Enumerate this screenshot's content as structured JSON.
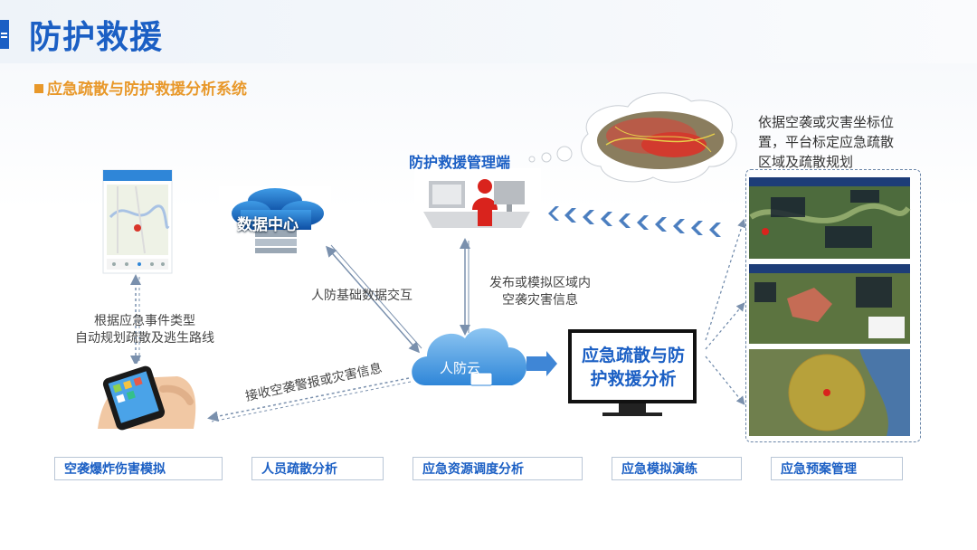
{
  "header": {
    "title": "防护救援"
  },
  "subtitle": "应急疏散与防护救援分析系统",
  "nodes": {
    "data_center": "数据中心",
    "mgmt_title": "防护救援管理端",
    "cloud": "人防云",
    "monitor_text": "应急疏散与防护救援分析"
  },
  "labels": {
    "left_route_1": "根据应急事件类型",
    "left_route_2": "自动规划疏散及逃生路线",
    "data_exchange": "人防基础数据交互",
    "publish_1": "发布或模拟区域内",
    "publish_2": "空袭灾害信息",
    "receive": "接收空袭警报或灾害信息",
    "annot_1": "依据空袭或灾害坐标位",
    "annot_2": "置，平台标定应急疏散",
    "annot_3": "区域及疏散规划"
  },
  "bottom_modules": [
    "空袭爆炸伤害模拟",
    "人员疏散分析",
    "应急资源调度分析",
    "应急模拟演练",
    "应急预案管理"
  ],
  "colors": {
    "brand": "#1b5fc4",
    "accent": "#e8982a",
    "arrow_blue": "#4c7fc0"
  }
}
